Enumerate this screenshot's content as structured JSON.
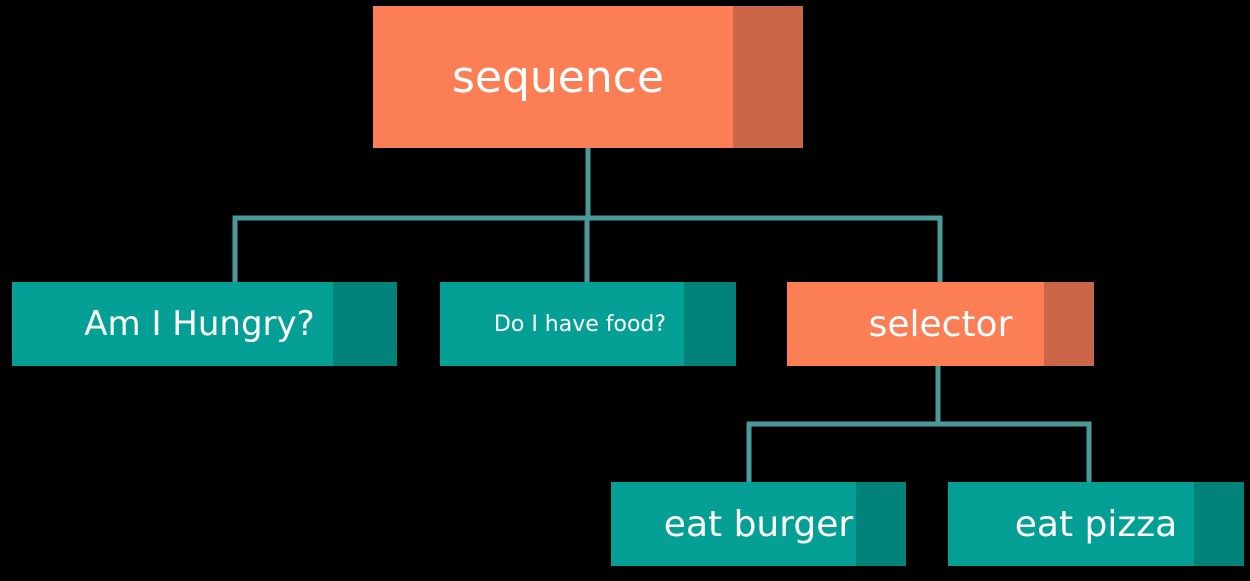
{
  "colors": {
    "background": "#000000",
    "composite_node": "#fb7e55",
    "composite_node_accent": "#cc6649",
    "leaf_node": "#04a095",
    "leaf_node_accent": "#02837a",
    "connector": "#4a9a9a"
  },
  "nodes": {
    "sequence": "sequence",
    "am_i_hungry": "Am I Hungry?",
    "do_i_have_food": "Do I have food?",
    "selector": "selector",
    "eat_burger": "eat burger",
    "eat_pizza": "eat pizza"
  },
  "edges": [
    [
      "sequence",
      "am_i_hungry"
    ],
    [
      "sequence",
      "do_i_have_food"
    ],
    [
      "sequence",
      "selector"
    ],
    [
      "selector",
      "eat_burger"
    ],
    [
      "selector",
      "eat_pizza"
    ]
  ]
}
